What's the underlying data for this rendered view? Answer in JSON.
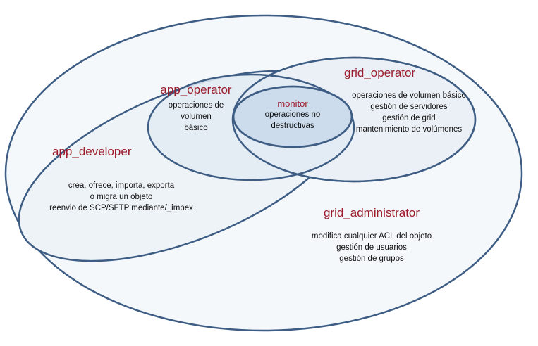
{
  "colors": {
    "stroke": "#3e5d84",
    "outer_fill": "#f5f8fb",
    "app_developer_fill": "#eef3f8",
    "app_operator_fill": "#e2eaf3",
    "grid_operator_fill": "#eaf0f6",
    "monitor_fill": "#cddcec",
    "title_color": "#9b1c2a"
  },
  "roles": {
    "grid_administrator": {
      "title": "grid_administrator",
      "lines": [
        "modifica cualquier ACL del objeto",
        "gestión de usuarios",
        "gestión de grupos"
      ]
    },
    "app_developer": {
      "title": "app_developer",
      "lines": [
        "crea, ofrece, importa, exporta",
        "o migra un objeto",
        "reenvio de SCP/SFTP mediante/_impex"
      ]
    },
    "app_operator": {
      "title": "app_operator",
      "lines": [
        "operaciones de",
        "volumen",
        "básico"
      ]
    },
    "grid_operator": {
      "title": "grid_operator",
      "lines": [
        "operaciones de volumen básico",
        "gestión de servidores",
        "gestión de grid",
        "mantenimiento de volúmenes"
      ]
    },
    "monitor": {
      "title": "monitor",
      "lines": [
        "operaciones no",
        "destructivas"
      ]
    }
  }
}
